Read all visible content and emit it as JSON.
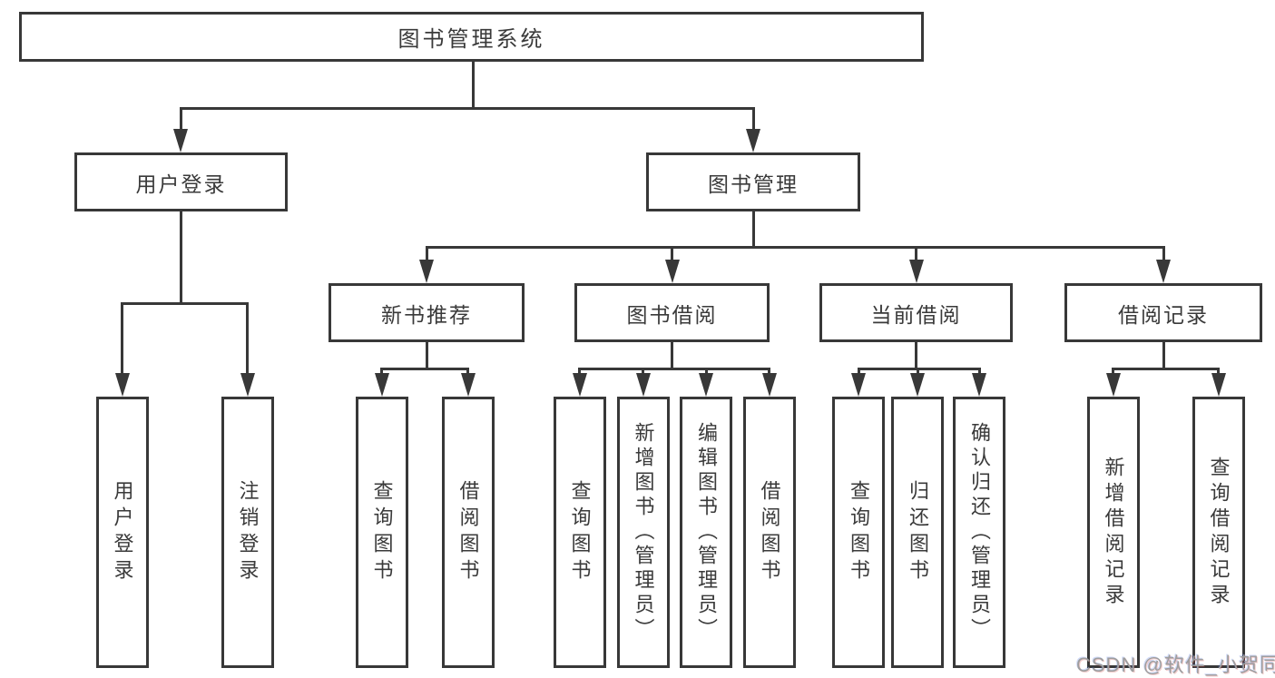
{
  "colors": {
    "background": "#ffffff",
    "line": "#383838",
    "text": "#3a3a3a",
    "watermark": "#9e9e9e"
  },
  "diagram": {
    "title": "图书管理系统",
    "branches": {
      "user_login": {
        "label": "用户登录",
        "children": [
          "用户登录",
          "注销登录"
        ]
      },
      "book_management": {
        "label": "图书管理",
        "sections": {
          "new_book": {
            "label": "新书推荐",
            "children": [
              "查询图书",
              "借阅图书"
            ]
          },
          "book_borrow": {
            "label": "图书借阅",
            "children": [
              "查询图书",
              "新增图书（管理员）",
              "编辑图书（管理员）",
              "借阅图书"
            ]
          },
          "current_borrow": {
            "label": "当前借阅",
            "children": [
              "查询图书",
              "归还图书",
              "确认归还（管理员）"
            ]
          },
          "borrow_record": {
            "label": "借阅记录",
            "children": [
              "新增借阅记录",
              "查询借阅记录"
            ]
          }
        }
      }
    }
  },
  "watermark": {
    "text": "CSDN @软件_小贺同学"
  }
}
